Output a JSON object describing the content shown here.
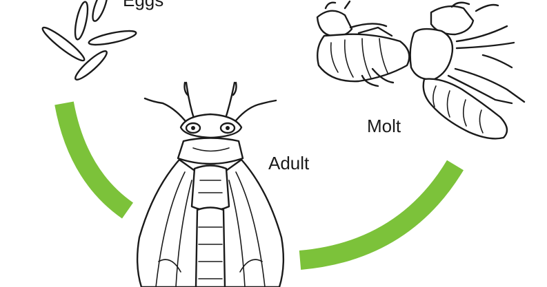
{
  "labels": {
    "eggs": "Eggs",
    "molt": "Molt",
    "adult": "Adult"
  },
  "colors": {
    "arrow": "#7cc23a",
    "ink": "#1a1a1a",
    "background": "#ffffff"
  }
}
